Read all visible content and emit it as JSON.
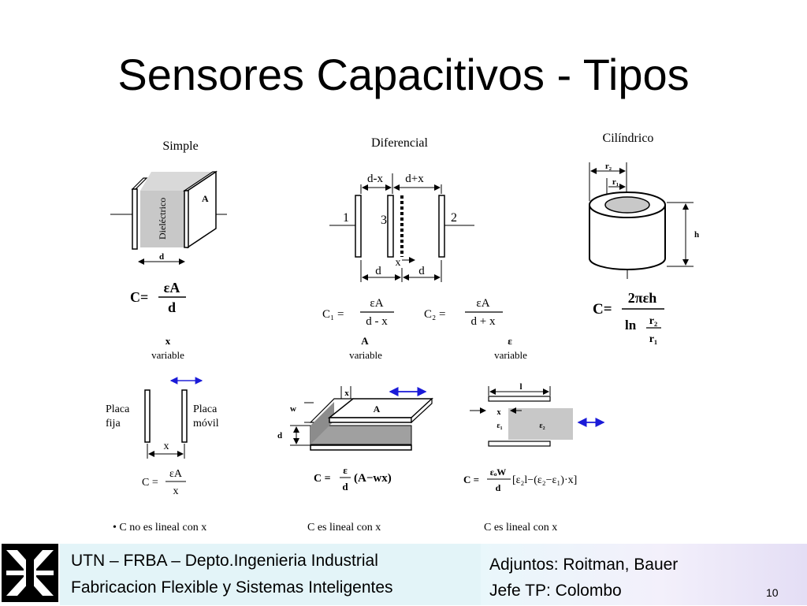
{
  "slide": {
    "title": "Sensores Capacitivos - Tipos",
    "page_number": "10"
  },
  "top_diagrams": {
    "simple": {
      "label": "Simple",
      "dielectric": "Dieléctrico",
      "area": "A",
      "distance": "d",
      "formula_lhs": "C=",
      "formula_num": "εA",
      "formula_den": "d",
      "variable_name": "x",
      "variable_label": "variable"
    },
    "diferencial": {
      "label": "Diferencial",
      "dim_left": "d-x",
      "dim_right": "d+x",
      "plate_1": "1",
      "plate_3": "3",
      "plate_2": "2",
      "x_mark": "x",
      "d_left": "d",
      "d_right": "d",
      "c1_lhs": "C₁ =",
      "c1_num": "εA",
      "c1_den": "d - x",
      "c2_lhs": "C₂ =",
      "c2_num": "εA",
      "c2_den": "d + x",
      "var1_name": "A",
      "var1_label": "variable",
      "var2_name": "ε",
      "var2_label": "variable"
    },
    "cilindrico": {
      "label": "Cilíndrico",
      "r2": "r₂",
      "r1": "r₁",
      "h": "h",
      "formula_lhs": "C=",
      "formula_num": "2πεh",
      "formula_ln": "ln",
      "formula_r2": "r₂",
      "formula_r1": "r₁"
    }
  },
  "bottom_diagrams": {
    "placas": {
      "fixed_label_1": "Placa",
      "fixed_label_2": "fija",
      "moving_label_1": "Placa",
      "moving_label_2": "móvil",
      "x": "x",
      "formula_lhs": "C =",
      "formula_num": "εA",
      "formula_den": "x",
      "note": "• C no es lineal con x"
    },
    "area_variable": {
      "x": "x",
      "w": "w",
      "a": "A",
      "d": "d",
      "formula_lhs": "C =",
      "formula_num": "ε",
      "formula_den": "d",
      "formula_rest": "(A−wx)",
      "note": "C es lineal con x"
    },
    "dielectrico_variable": {
      "l": "l",
      "x": "x",
      "e1": "ε₁",
      "e2": "ε₂",
      "formula_lhs": "C =",
      "formula_num": "εₒW",
      "formula_den": "d",
      "formula_rest": "[ε₂l−(ε₂−ε₁)·x]",
      "note": "C es lineal con x"
    }
  },
  "footer": {
    "left_line1": "UTN – FRBA – Depto.Ingenieria Industrial",
    "left_line2": "Fabricacion Flexible y Sistemas Inteligentes",
    "right_line1": "Adjuntos: Roitman, Bauer",
    "right_line2": "Jefe TP: Colombo"
  },
  "colors": {
    "arrow_blue": "#1a1ad8",
    "dielectric_gray": "#c8c8c8",
    "footer_left_bg": "#e3f4f8"
  }
}
